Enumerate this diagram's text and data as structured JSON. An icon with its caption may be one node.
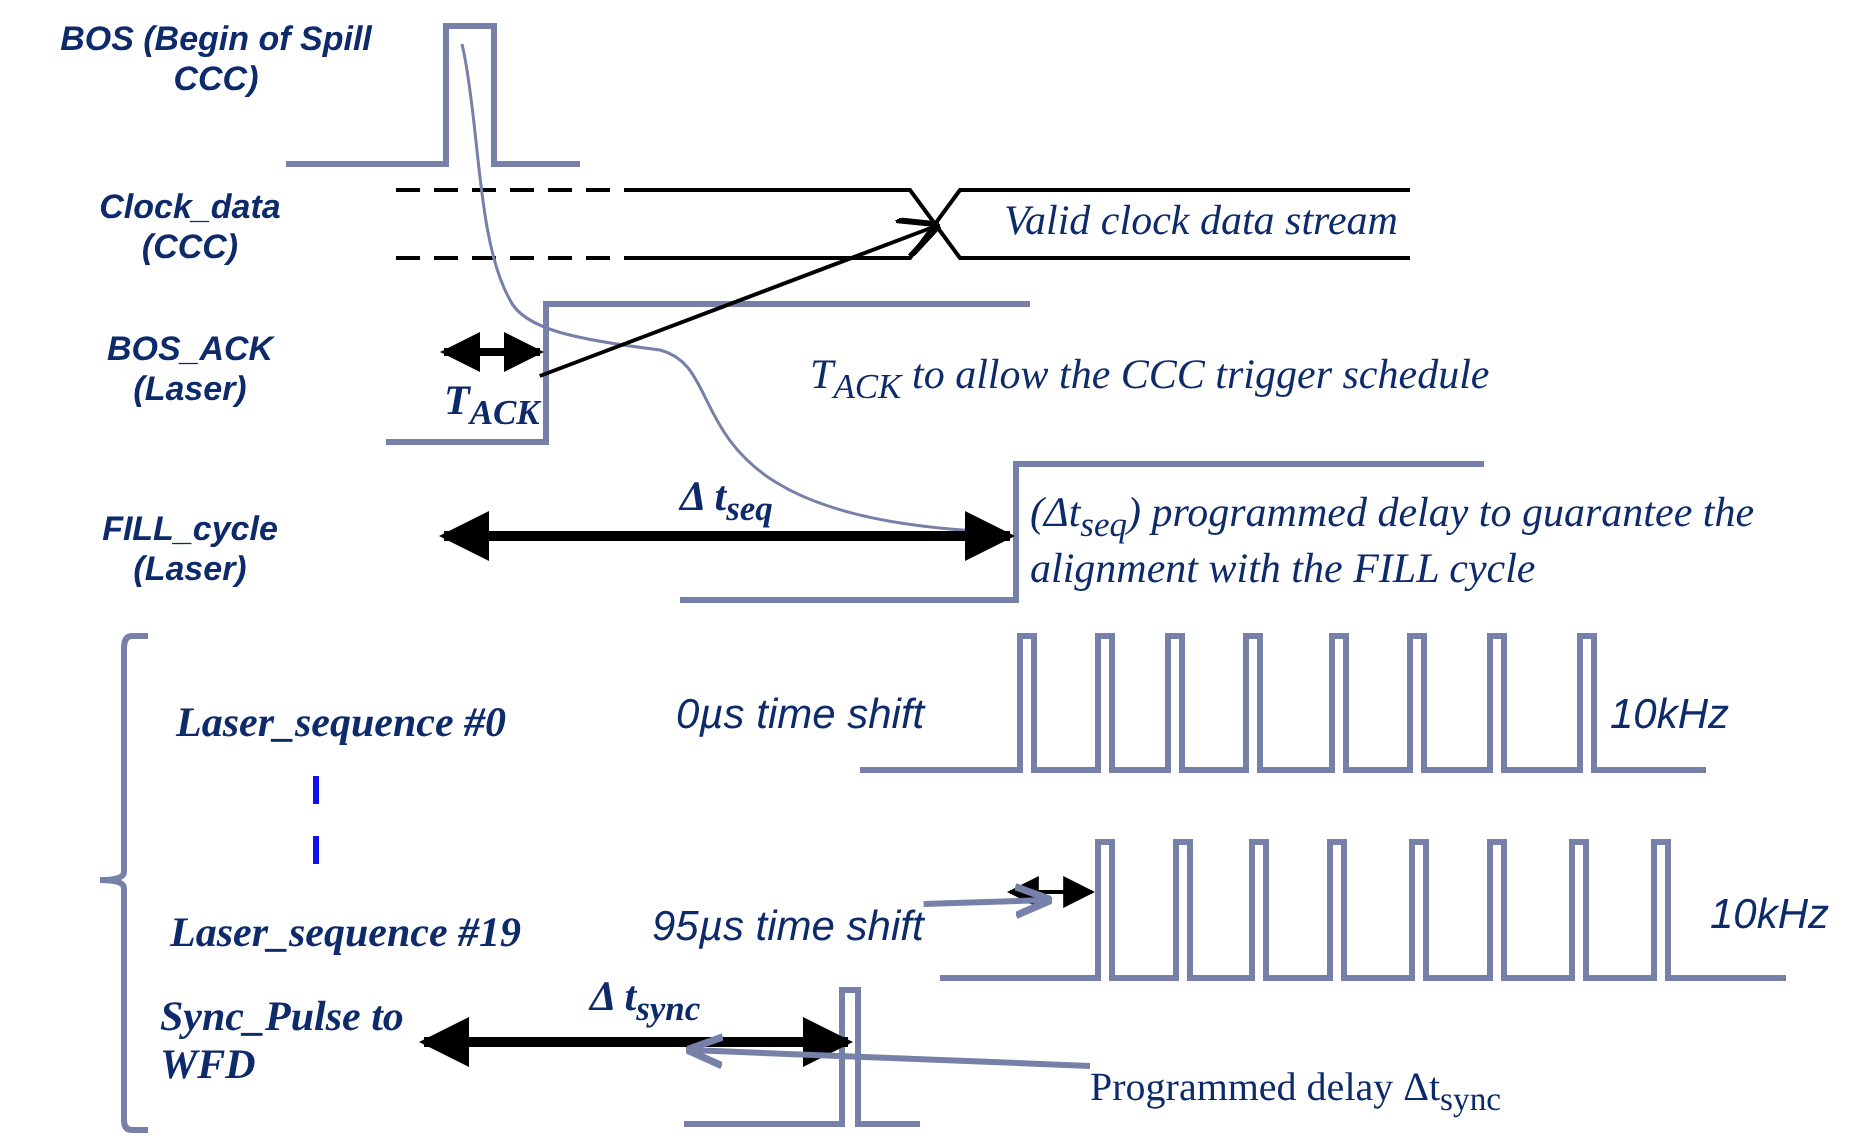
{
  "diagram": {
    "nodes": [
      {
        "text": [
          "T$_{ACK}$"
        ]
      },
      {
        "text": [
          "95µs time shift"
        ]
      },
      {
        "text": [
          "Programmed delay Δt$_{sync}$"
        ]
      },
      {
        "text": [],
        "shape": "arrow"
      },
      {
        "text": [],
        "shape": "arrow"
      }
    ],
    "edges": [
      {
        "from": 0,
        "to": null,
        "arrow": "to",
        "color": "#000000"
      },
      {
        "from": 1,
        "to": 3,
        "arrow": "to"
      },
      {
        "from": 2,
        "to": 4,
        "arrow": "to"
      }
    ],
    "labels": [
      "BOS (Begin of Spill  CCC)",
      "Clock_data (CCC)",
      "Valid clock data stream",
      "BOS_ACK (Laser)",
      "T$_{ACK}$ to allow the CCC trigger schedule",
      "FILL_cycle (Laser)",
      "Δ t$_{seq}$",
      "(Δt$_{seq}$) programmed delay to guarantee the alignment with the FILL cycle",
      "Laser_sequence #0",
      "0µs time shift",
      "10kHz",
      "Laser_sequence #19",
      "10kHz",
      "Sync_Pulse to WFD",
      "Δ t$_{sync}$"
    ]
  }
}
